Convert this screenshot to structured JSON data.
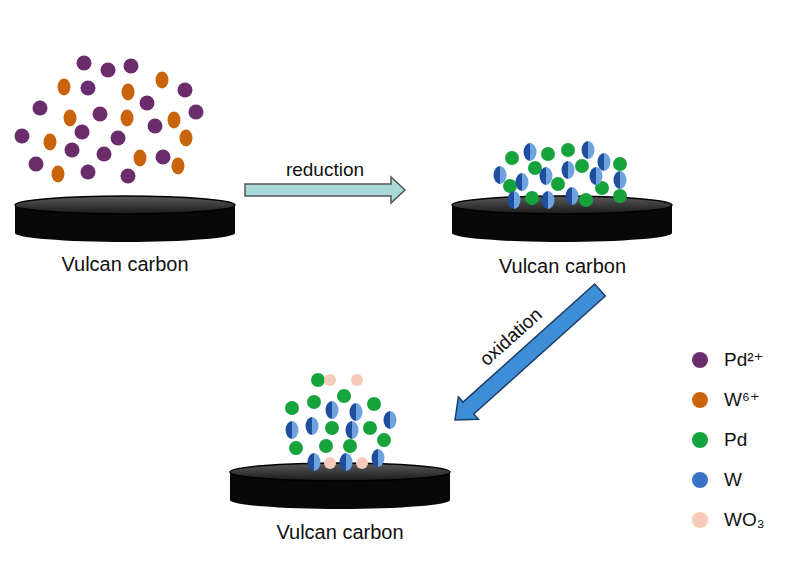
{
  "diagram": {
    "nodes": [
      {
        "text": [
          "Vulcan carbon"
        ]
      },
      {
        "text": [
          "Vulcan carbon"
        ]
      },
      {
        "text": [
          "Vulcan carbon"
        ]
      }
    ],
    "edges": [
      {
        "from": 0,
        "to": 1,
        "arrow": "to",
        "label": "reduction"
      },
      {
        "from": 1,
        "to": 2,
        "arrow": "to",
        "label": "oxidation"
      }
    ],
    "legend": [
      {
        "text": "Pd²⁺",
        "color": "#6a2c6a"
      },
      {
        "text": "W⁶⁺",
        "color": "#c8650c"
      },
      {
        "text": "Pd",
        "color": "#17a33c"
      },
      {
        "text": "W",
        "color": "#3b74c2"
      },
      {
        "text": "WO₃",
        "color": "#f7cbb9"
      }
    ]
  }
}
